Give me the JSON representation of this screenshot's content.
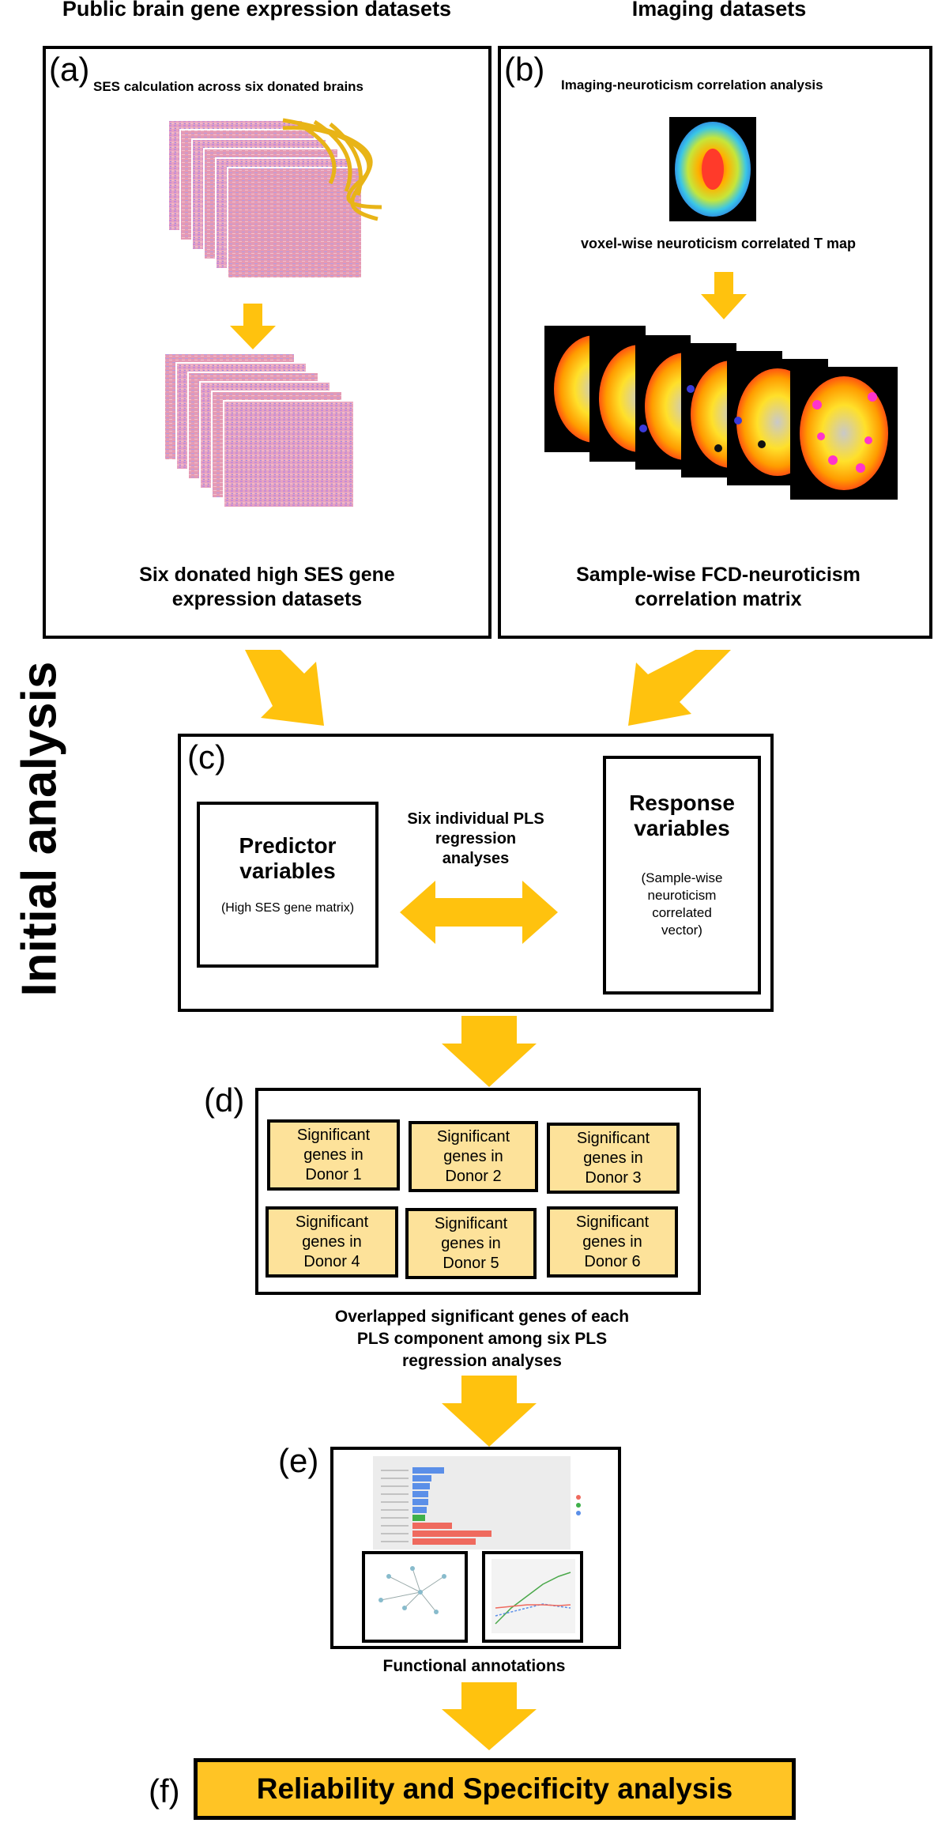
{
  "headers": {
    "left": "Public brain gene expression datasets",
    "right": "Imaging datasets"
  },
  "side_label": "Initial analysis",
  "panel_a": {
    "label": "(a)",
    "subtitle": "SES calculation across six donated brains",
    "caption_line1": "Six donated high SES gene",
    "caption_line2": "expression datasets"
  },
  "panel_b": {
    "label": "(b)",
    "subtitle": "Imaging-neuroticism correlation analysis",
    "tmap_caption": "voxel-wise neuroticism correlated T map",
    "caption_line1": "Sample-wise FCD-neuroticism",
    "caption_line2": "correlation matrix"
  },
  "panel_c": {
    "label": "(c)",
    "predictor_title1": "Predictor",
    "predictor_title2": "variables",
    "predictor_note": "(High SES gene matrix)",
    "center_line1": "Six individual PLS",
    "center_line2": "regression",
    "center_line3": "analyses",
    "response_title1": "Response",
    "response_title2": "variables",
    "response_note1": "(Sample-wise",
    "response_note2": "neuroticism",
    "response_note3": "correlated",
    "response_note4": "vector)"
  },
  "panel_d": {
    "label": "(d)",
    "donors": [
      {
        "l1": "Significant",
        "l2": "genes in",
        "l3": "Donor 1"
      },
      {
        "l1": "Significant",
        "l2": "genes in",
        "l3": "Donor 2"
      },
      {
        "l1": "Significant",
        "l2": "genes in",
        "l3": "Donor 3"
      },
      {
        "l1": "Significant",
        "l2": "genes in",
        "l3": "Donor 4"
      },
      {
        "l1": "Significant",
        "l2": "genes in",
        "l3": "Donor 5"
      },
      {
        "l1": "Significant",
        "l2": "genes in",
        "l3": "Donor 6"
      }
    ],
    "caption_line1": "Overlapped significant genes of each",
    "caption_line2": "PLS component among six PLS",
    "caption_line3": "regression analyses"
  },
  "panel_e": {
    "label": "(e)",
    "caption": "Functional annotations"
  },
  "panel_f": {
    "label": "(f)",
    "title": "Reliability and Specificity analysis"
  },
  "colors": {
    "arrow": "#ffc20e",
    "donor_fill": "#fde29a",
    "final_fill": "#ffc425"
  }
}
